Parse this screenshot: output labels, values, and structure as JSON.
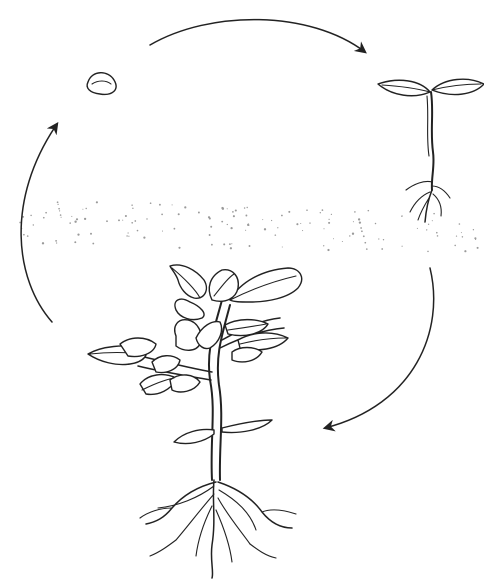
{
  "diagram": {
    "type": "plant-life-cycle",
    "stages": [
      {
        "stage": "seed",
        "icon": "seed-icon"
      },
      {
        "stage": "seedling",
        "icon": "seedling-icon"
      },
      {
        "stage": "mature-plant",
        "icon": "tomato-plant-icon"
      }
    ],
    "arrows": [
      {
        "from": "seed",
        "to": "seedling",
        "direction": "clockwise"
      },
      {
        "from": "seedling",
        "to": "mature-plant",
        "direction": "clockwise"
      },
      {
        "from": "mature-plant",
        "to": "seed",
        "direction": "clockwise"
      }
    ],
    "style": {
      "line_color": "#222222",
      "background_color": "#ffffff",
      "soil_speck_color": "#9a9a9a"
    }
  }
}
